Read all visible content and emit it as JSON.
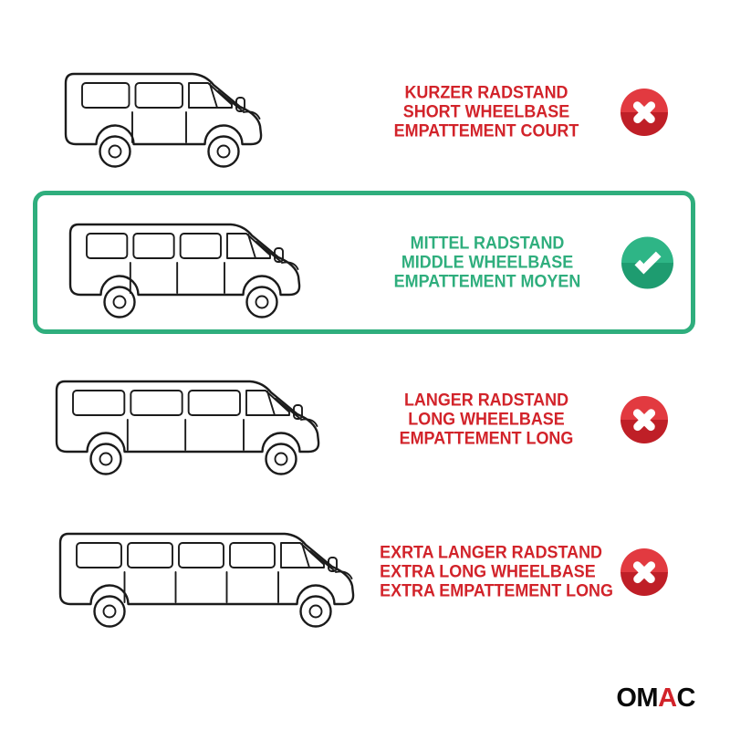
{
  "rows": [
    {
      "lines": [
        "KURZER RADSTAND",
        "SHORT WHEELBASE",
        "EMPATTEMENT COURT"
      ],
      "status": "rejected",
      "van": {
        "length": 245,
        "windows": 2
      }
    },
    {
      "lines": [
        "MITTEL RADSTAND",
        "MIDDLE WHEELBASE",
        "EMPATTEMENT MOYEN"
      ],
      "status": "selected",
      "van": {
        "length": 282,
        "windows": 3
      }
    },
    {
      "lines": [
        "LANGER RADSTAND",
        "LONG WHEELBASE",
        "EMPATTEMENT LONG"
      ],
      "status": "rejected",
      "van": {
        "length": 318,
        "windows": 3
      }
    },
    {
      "lines": [
        "EXRTA LANGER RADSTAND",
        "EXTRA LONG WHEELBASE",
        "EXTRA EMPATTEMENT LONG"
      ],
      "status": "rejected",
      "van": {
        "length": 352,
        "windows": 4
      }
    }
  ],
  "brand": {
    "letters": [
      "O",
      "M",
      "A",
      "C"
    ],
    "accent_letter_index": 2
  },
  "colors": {
    "red_text": "#d2232a",
    "green": "#2fae7d",
    "red_icon_top": "#e23a40",
    "red_icon_bottom": "#bf1f27",
    "green_icon_top": "#2eb586",
    "green_icon_bottom": "#1e9c70",
    "line_art": "#1b1b1b"
  }
}
